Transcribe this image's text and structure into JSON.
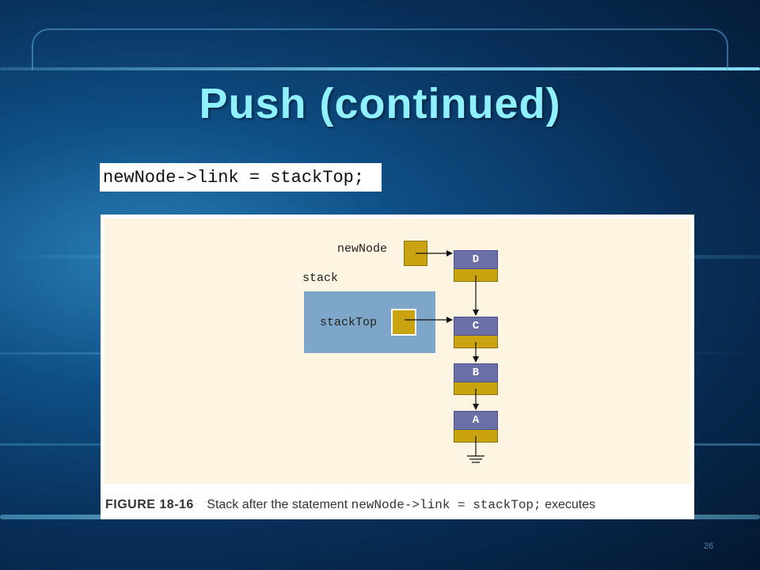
{
  "slide": {
    "title": "Push (continued)",
    "code": "newNode->link = stackTop;",
    "page_number": "26"
  },
  "figure": {
    "labels": {
      "new_node": "newNode",
      "stack": "stack",
      "stack_top": "stackTop"
    },
    "nodes": [
      "D",
      "C",
      "B",
      "A"
    ],
    "caption": {
      "figure_label": "FIGURE 18-16",
      "text_before": "Stack after the statement",
      "code": "newNode->link = stackTop;",
      "text_after": "executes"
    }
  },
  "colors": {
    "title": "#8ff0ff",
    "node_info": "#6b6fa8",
    "node_link": "#c9a410",
    "stack_box": "#7ea6c8",
    "diagram_background": "#fdf5e1"
  }
}
